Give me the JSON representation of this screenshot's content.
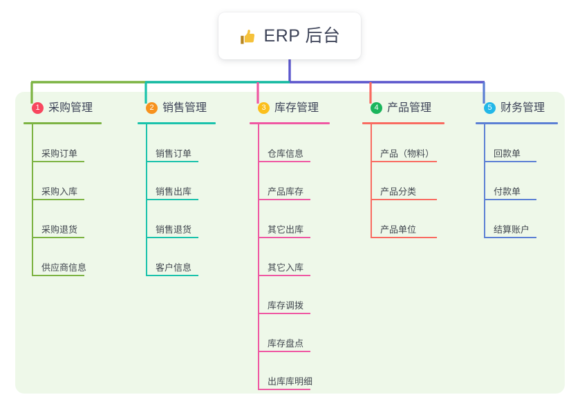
{
  "diagram": {
    "type": "org-chart",
    "root": {
      "title": "ERP 后台",
      "icon": "thumbs-up-icon"
    },
    "panel_color": "#eef8e9",
    "bus_colors": [
      "#7cb342",
      "#12b9a0",
      "#5a55cc"
    ],
    "branches": [
      {
        "number": "1",
        "title": "采购管理",
        "badge_color": "#f8475f",
        "accent": "#7cb342",
        "items": [
          "采购订单",
          "采购入库",
          "采购退货",
          "供应商信息"
        ]
      },
      {
        "number": "2",
        "title": "销售管理",
        "badge_color": "#f7921e",
        "accent": "#19c2ab",
        "items": [
          "销售订单",
          "销售出库",
          "销售退货",
          "客户信息"
        ]
      },
      {
        "number": "3",
        "title": "库存管理",
        "badge_color": "#fbbf1c",
        "accent": "#ef57a2",
        "items": [
          "仓库信息",
          "产品库存",
          "其它出库",
          "其它入库",
          "库存调拨",
          "库存盘点",
          "出库库明细"
        ]
      },
      {
        "number": "4",
        "title": "产品管理",
        "badge_color": "#1bb55c",
        "accent": "#f96a60",
        "items": [
          "产品（物料）",
          "产品分类",
          "产品单位"
        ]
      },
      {
        "number": "5",
        "title": "财务管理",
        "badge_color": "#22b7e8",
        "accent": "#5b7fd4",
        "items": [
          "回款单",
          "付款单",
          "结算账户"
        ]
      }
    ]
  }
}
